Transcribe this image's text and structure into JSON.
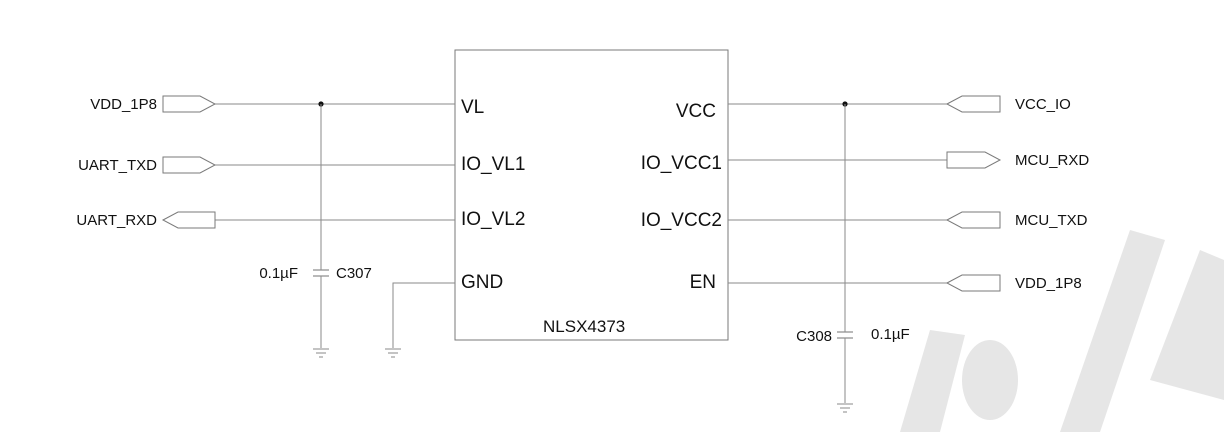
{
  "chip": {
    "name": "NLSX4373",
    "left_pins": [
      "VL",
      "IO_VL1",
      "IO_VL2",
      "GND"
    ],
    "right_pins": [
      "VCC",
      "IO_VCC1",
      "IO_VCC2",
      "EN"
    ]
  },
  "left_ports": [
    "VDD_1P8",
    "UART_TXD",
    "UART_RXD"
  ],
  "right_ports": [
    "VCC_IO",
    "MCU_RXD",
    "MCU_TXD",
    "VDD_1P8"
  ],
  "capacitors": [
    {
      "ref": "C307",
      "value": "0.1µF"
    },
    {
      "ref": "C308",
      "value": "0.1µF"
    }
  ]
}
